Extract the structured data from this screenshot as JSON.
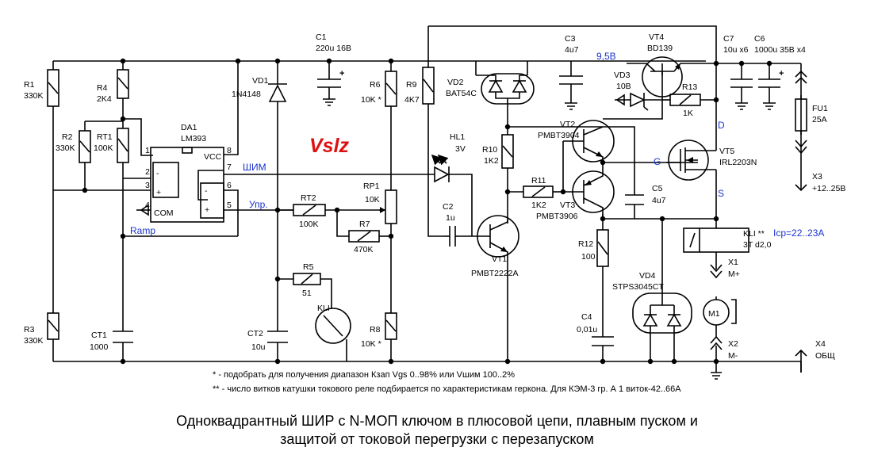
{
  "components": {
    "r1": {
      "ref": "R1",
      "value": "330K"
    },
    "r2": {
      "ref": "R2",
      "value": "330K"
    },
    "r3": {
      "ref": "R3",
      "value": "330K"
    },
    "r4": {
      "ref": "R4",
      "value": "2K4"
    },
    "rt1": {
      "ref": "RT1",
      "value": "100K"
    },
    "ct1": {
      "ref": "CT1",
      "value": "1000"
    },
    "da1": {
      "ref": "DA1",
      "value": "LM393"
    },
    "c1": {
      "ref": "C1",
      "value": "220u 16B"
    },
    "vd1": {
      "ref": "VD1",
      "value": "1N4148"
    },
    "ct2": {
      "ref": "CT2",
      "value": "10u"
    },
    "rt2": {
      "ref": "RT2",
      "value": "100K"
    },
    "r5": {
      "ref": "R5",
      "value": "51"
    },
    "kli_coil": {
      "ref": "KLI"
    },
    "r6": {
      "ref": "R6",
      "value": "10K *"
    },
    "rp1": {
      "ref": "RP1",
      "value": "10K"
    },
    "r7": {
      "ref": "R7",
      "value": "470K"
    },
    "r8": {
      "ref": "R8",
      "value": "10K *"
    },
    "r9": {
      "ref": "R9",
      "value": "4K7"
    },
    "vd2": {
      "ref": "VD2",
      "value": "BAT54C"
    },
    "hl1": {
      "ref": "HL1",
      "value": "3V"
    },
    "c2": {
      "ref": "C2",
      "value": "1u"
    },
    "vt1": {
      "ref": "VT1",
      "value": "PMBT2222A"
    },
    "r10": {
      "ref": "R10",
      "value": "1K2"
    },
    "r11": {
      "ref": "R11",
      "value": "1K2"
    },
    "c3": {
      "ref": "C3",
      "value": "4u7"
    },
    "vt2": {
      "ref": "VT2",
      "value": "PMBT3904"
    },
    "vt3": {
      "ref": "VT3",
      "value": "PMBT3906"
    },
    "vt4": {
      "ref": "VT4",
      "value": "BD139"
    },
    "vd3": {
      "ref": "VD3",
      "value": "10B"
    },
    "r13": {
      "ref": "R13",
      "value": "1K"
    },
    "c5": {
      "ref": "C5",
      "value": "4u7"
    },
    "r12": {
      "ref": "R12",
      "value": "100"
    },
    "c4": {
      "ref": "C4",
      "value": "0,01u"
    },
    "vd4": {
      "ref": "VD4",
      "value": "STPS3045CT"
    },
    "vt5": {
      "ref": "VT5",
      "value": "IRL2203N"
    },
    "c7": {
      "ref": "C7",
      "value": "10u x6"
    },
    "c6": {
      "ref": "C6",
      "value": "1000u 35B x4"
    },
    "fu1": {
      "ref": "FU1",
      "value": "25A"
    },
    "x3": {
      "ref": "X3",
      "value": "+12..25B"
    },
    "kli_relay": {
      "ref": "KLI **",
      "value": "3T d2,0"
    },
    "x1": {
      "ref": "X1",
      "value": "M+"
    },
    "m1": {
      "ref": "M1"
    },
    "x2": {
      "ref": "X2",
      "value": "M-"
    },
    "x4": {
      "ref": "X4",
      "value": "ОБЩ"
    }
  },
  "ic_pins": {
    "p1": "1",
    "p2": "2",
    "p3": "3",
    "p4": "4",
    "p5": "5",
    "p6": "6",
    "p7": "7",
    "p8": "8",
    "vcc": "VCC",
    "com": "COM"
  },
  "net_labels": {
    "pwm": "ШИМ",
    "ctrl": "Упр.",
    "ramp": "Ramp",
    "v95": "9,5B",
    "gate": "G",
    "drain": "D",
    "source": "S",
    "icp": "Icp=22..23A"
  },
  "brand": "Vslz",
  "notes": {
    "note1": "* - подобрать для получения диапазон Кзап Vgs 0..98% или Vшим 100..2%",
    "note2": "** - число витков катушки токового реле подбирается по характеристикам геркона. Для КЭМ-3 гр. А 1 виток-42..66А"
  },
  "caption": {
    "line1": "Одноквадрантный ШИР с N-МОП ключом в плюсовой цепи, плавным пуском и",
    "line2": "защитой от токовой перегрузки с перезапуском"
  },
  "colors": {
    "net_label": "#1a33cc",
    "brand": "#dd1111",
    "wire": "#000000"
  }
}
